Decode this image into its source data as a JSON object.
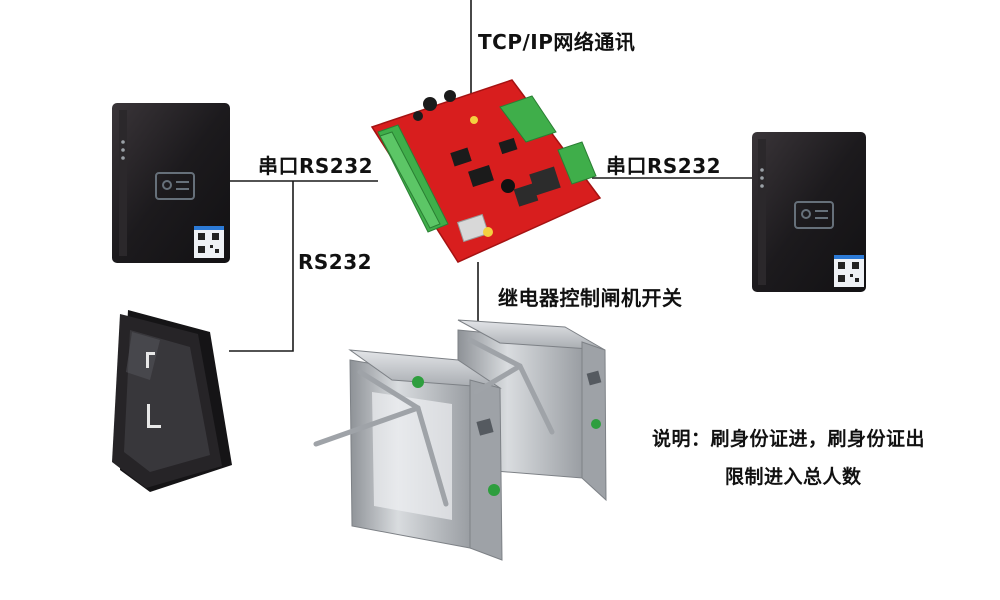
{
  "labels": {
    "top_link": "TCP/IP网络通讯",
    "left_serial": "串口RS232",
    "right_serial": "串口RS232",
    "lower_serial": "RS232",
    "relay": "继电器控制闸机开关"
  },
  "note": {
    "line1": "说明：刷身份证进，刷身份证出",
    "line2": "限制进入总人数"
  },
  "colors": {
    "line": "#1a1a1a",
    "board": "#d81e1e",
    "terminal": "#3fae4a",
    "reader_body": "#1c1a1d",
    "steel": "#b9bcc0"
  }
}
